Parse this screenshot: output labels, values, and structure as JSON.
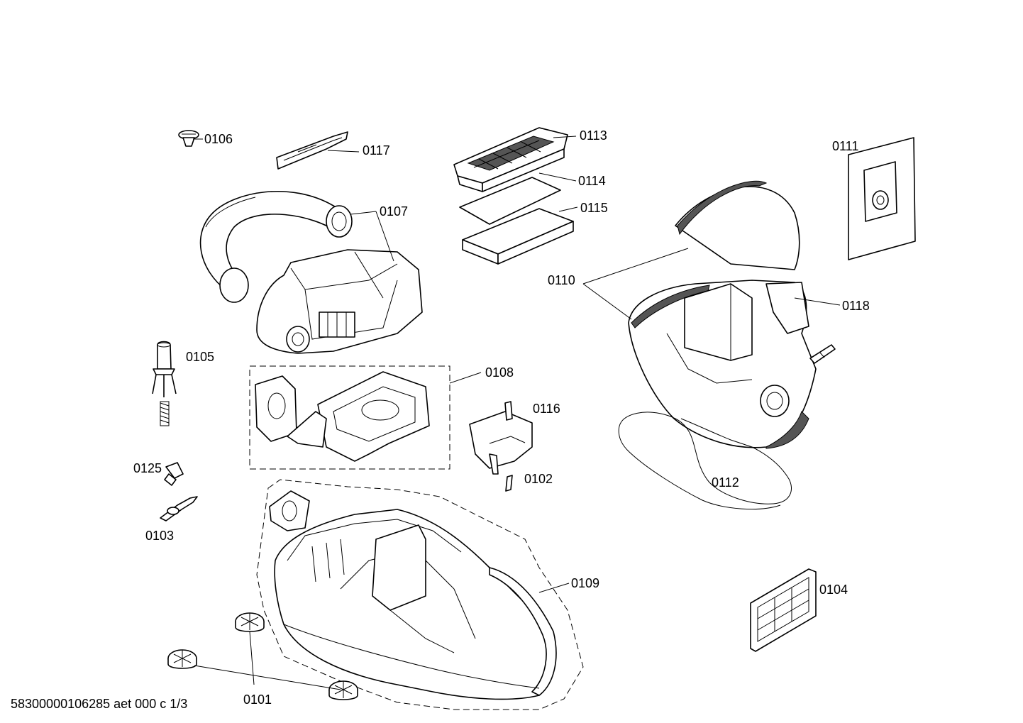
{
  "labels": {
    "p0101": "0101",
    "p0102": "0102",
    "p0103": "0103",
    "p0104": "0104",
    "p0105": "0105",
    "p0106": "0106",
    "p0107": "0107",
    "p0108": "0108",
    "p0109": "0109",
    "p0110": "0110",
    "p0111": "0111",
    "p0112": "0112",
    "p0113": "0113",
    "p0114": "0114",
    "p0115": "0115",
    "p0116": "0116",
    "p0117": "0117",
    "p0118": "0118",
    "p0125": "0125"
  },
  "footer": {
    "drawing_code": "58300000106285 aet 000 c 1/3"
  }
}
